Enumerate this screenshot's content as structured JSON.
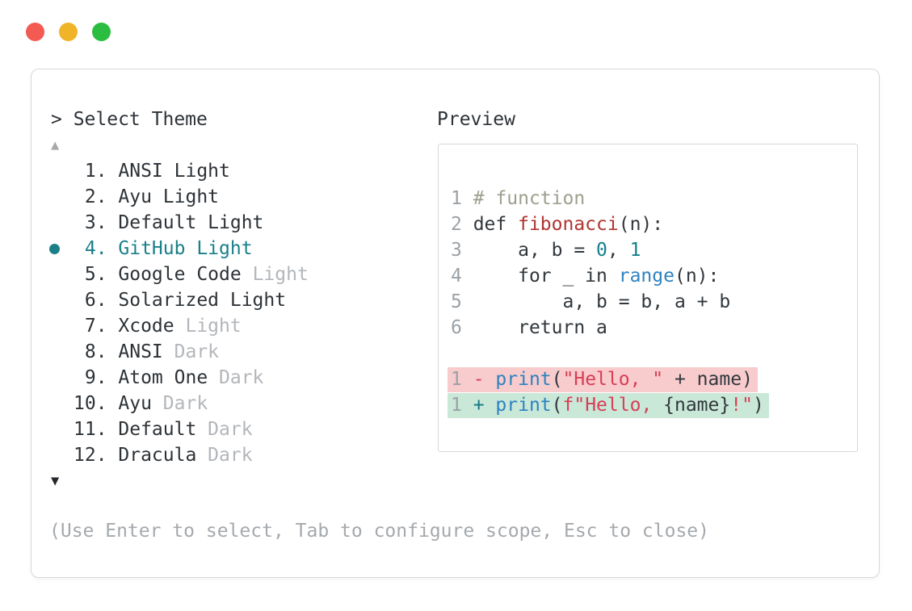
{
  "window": {
    "traffic_lights": {
      "close": "#f25a52",
      "minimize": "#f0b429",
      "zoom": "#2abd3f"
    }
  },
  "theme_picker": {
    "prompt": "> Select Theme",
    "scroll_up_icon": "▲",
    "scroll_down_icon": "▼",
    "items": [
      {
        "num": " 1. ",
        "name": "ANSI Light",
        "muted_suffix": "",
        "selected": false
      },
      {
        "num": " 2. ",
        "name": "Ayu Light",
        "muted_suffix": "",
        "selected": false
      },
      {
        "num": " 3. ",
        "name": "Default Light",
        "muted_suffix": "",
        "selected": false
      },
      {
        "num": " 4. ",
        "name": "GitHub Light",
        "muted_suffix": "",
        "selected": true
      },
      {
        "num": " 5. ",
        "name": "Google Code",
        "muted_suffix": " Light",
        "selected": false
      },
      {
        "num": " 6. ",
        "name": "Solarized Light",
        "muted_suffix": "",
        "selected": false
      },
      {
        "num": " 7. ",
        "name": "Xcode",
        "muted_suffix": " Light",
        "selected": false
      },
      {
        "num": " 8. ",
        "name": "ANSI",
        "muted_suffix": " Dark",
        "selected": false
      },
      {
        "num": " 9. ",
        "name": "Atom One",
        "muted_suffix": " Dark",
        "selected": false
      },
      {
        "num": "10. ",
        "name": "Ayu",
        "muted_suffix": " Dark",
        "selected": false
      },
      {
        "num": "11. ",
        "name": "Default",
        "muted_suffix": " Dark",
        "selected": false
      },
      {
        "num": "12. ",
        "name": "Dracula",
        "muted_suffix": " Dark",
        "selected": false
      }
    ],
    "help_text": "(Use Enter to select, Tab to configure scope, Esc to close)"
  },
  "preview": {
    "label": "Preview",
    "code": {
      "l1": {
        "n": "1 ",
        "comment": "# function"
      },
      "l2": {
        "n": "2 ",
        "kw": "def ",
        "func": "fibonacci",
        "rest": "(n):"
      },
      "l3": {
        "n": "3 ",
        "a": "    a, b = ",
        "zero": "0",
        "comma": ", ",
        "one": "1"
      },
      "l4": {
        "n": "4 ",
        "a": "    for _ in ",
        "fn": "range",
        "rest": "(n):"
      },
      "l5": {
        "n": "5 ",
        "a": "        a, b = b, a + b"
      },
      "l6": {
        "n": "6 ",
        "a": "    return a"
      }
    },
    "diff": {
      "removed": {
        "n": "1 ",
        "sign": "- ",
        "fn": "print",
        "open": "(",
        "str": "\"Hello, \"",
        "rest": " + name)"
      },
      "added": {
        "n": "1 ",
        "sign": "+ ",
        "fn": "print",
        "open": "(",
        "str1": "f\"Hello, ",
        "mid": "{name}",
        "str2": "!\"",
        "close": ")"
      }
    }
  },
  "colors": {
    "accent_teal": "#1a7f89",
    "syntax_blue": "#2e82c0",
    "syntax_func_red": "#b03331",
    "syntax_string_crimson": "#d83e55",
    "syntax_number_teal": "#13808d",
    "comment_gray_green": "#9ba18f",
    "muted_gray": "#b3b6ba",
    "help_gray": "#a5a9ad",
    "removed_bg": "#f8cbcd",
    "added_bg": "#c9e8d8",
    "border_gray": "#d8d8d8"
  }
}
